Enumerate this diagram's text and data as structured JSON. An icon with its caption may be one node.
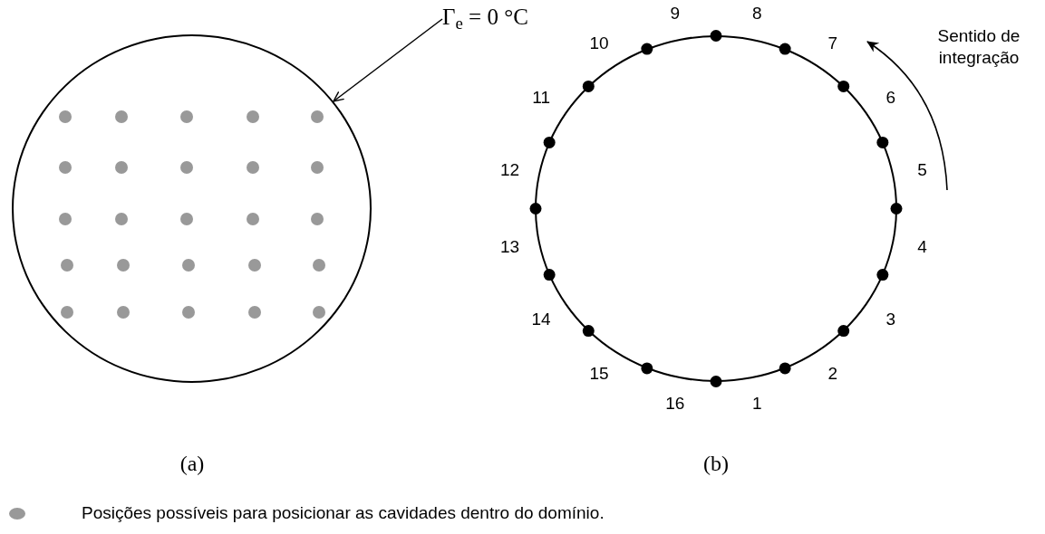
{
  "diagram": {
    "nodes": [
      {
        "text": [],
        "shape": "circle"
      },
      {
        "text": [
          "Γ$_{e}$ = 0 °C"
        ]
      },
      {
        "text": [],
        "shape": "circle"
      }
    ],
    "edges": [
      {
        "from": 1,
        "to": 0,
        "arrow": "to"
      }
    ],
    "labels": [
      "1",
      "2",
      "3",
      "4",
      "5",
      "6",
      "7",
      "8",
      "9",
      "10",
      "11",
      "12",
      "13",
      "14",
      "15",
      "16",
      "Sentido de integração",
      "(a)",
      "(b)"
    ],
    "legend": [
      {
        "text": "Posições possíveis para posicionar as cavidades dentro do domínio.",
        "color": "#999999"
      }
    ]
  }
}
